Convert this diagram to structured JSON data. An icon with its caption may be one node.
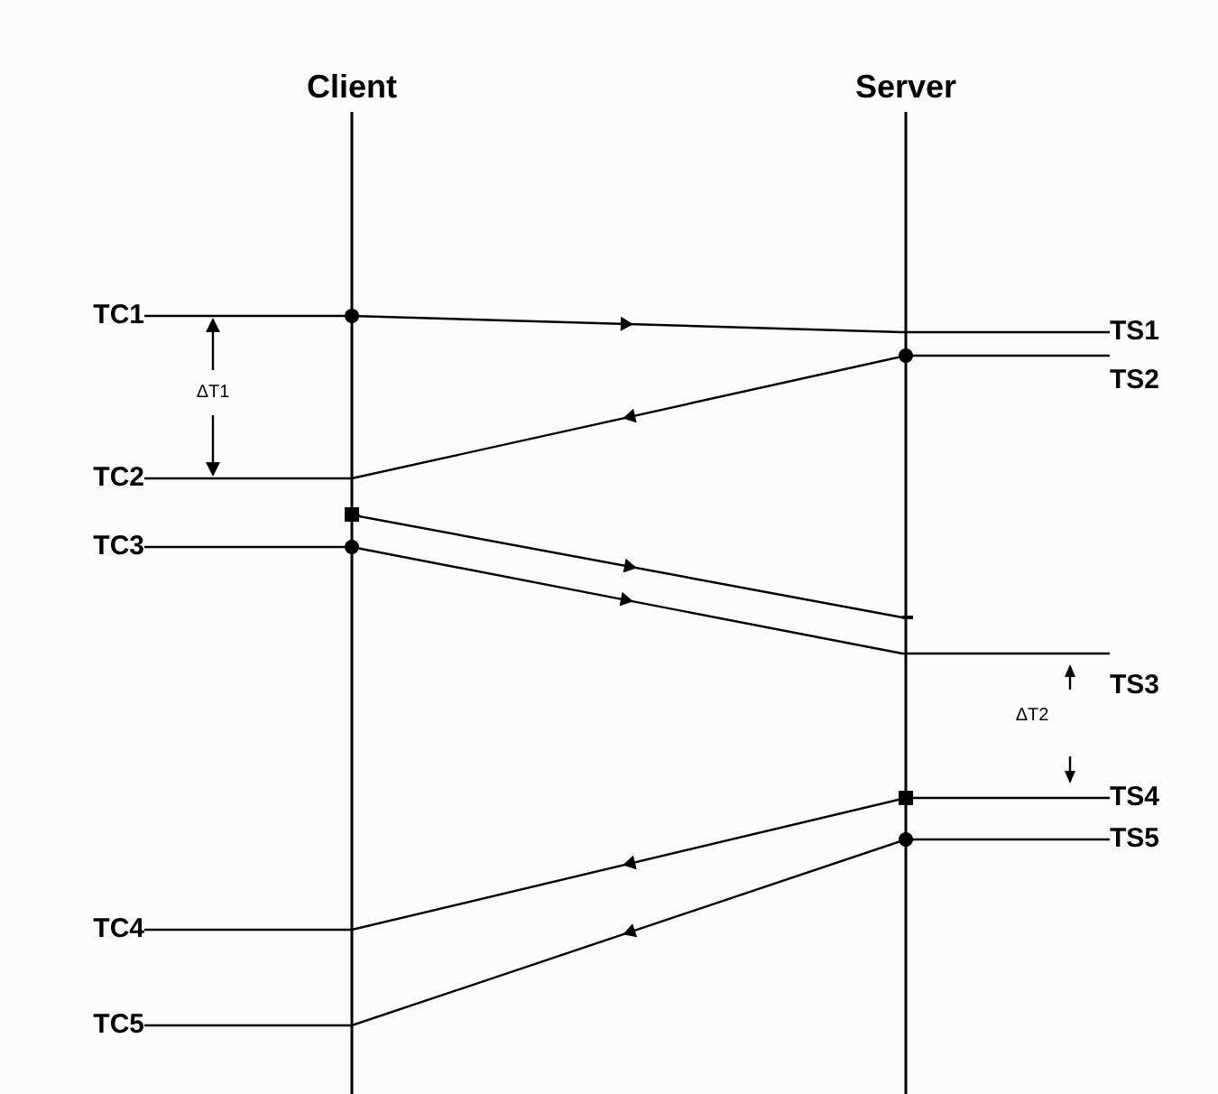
{
  "diagram": {
    "nodes": [
      {
        "text": [
          "TC1"
        ]
      },
      {
        "text": [
          "TC2"
        ]
      },
      {
        "text": [
          "TC3"
        ]
      },
      {
        "text": [
          "TC4"
        ]
      },
      {
        "text": [
          "TC5"
        ]
      },
      {
        "text": [
          "TS1"
        ]
      },
      {
        "text": [
          "TS2"
        ]
      },
      {
        "text": [
          "TS3"
        ]
      },
      {
        "text": [
          "TS4"
        ]
      },
      {
        "text": [
          "TS5"
        ]
      },
      {
        "text": [],
        "shape": "box"
      },
      {
        "text": [],
        "shape": "bar"
      }
    ],
    "edges": [
      {
        "from": 0,
        "to": 5,
        "arrow": "to"
      },
      {
        "from": 6,
        "to": 1,
        "arrow": "to"
      },
      {
        "from": 10,
        "to": 11,
        "arrow": "to"
      },
      {
        "from": 2,
        "to": 7,
        "arrow": "to"
      },
      {
        "from": 8,
        "to": 3,
        "arrow": "to"
      },
      {
        "from": 9,
        "to": 4,
        "arrow": "to"
      }
    ],
    "labels": [
      "Client",
      "Server",
      "ΔT1",
      "ΔT2"
    ]
  }
}
